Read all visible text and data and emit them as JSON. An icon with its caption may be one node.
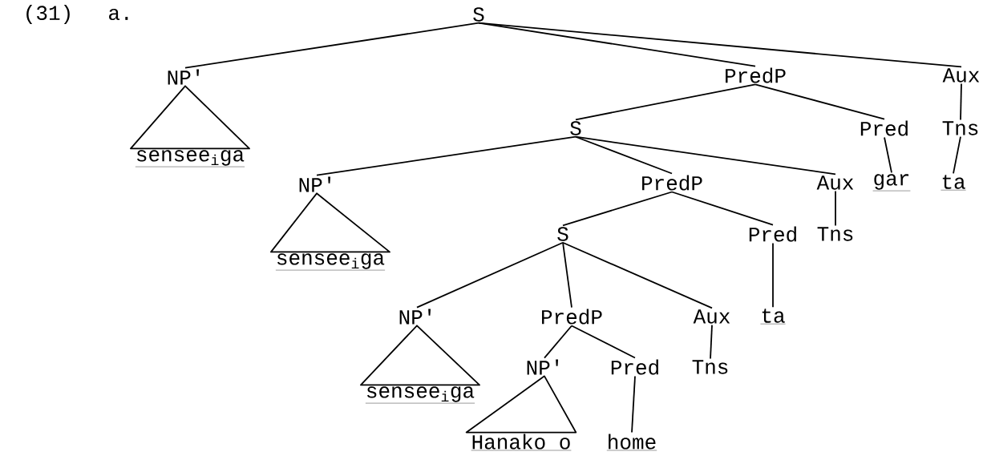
{
  "diagram": {
    "nodes": [
      {
        "text": [
          "S"
        ]
      },
      {
        "text": [
          "NP'"
        ]
      },
      {
        "text": [
          "PredP"
        ]
      },
      {
        "text": [
          "Aux"
        ]
      },
      {
        "text": [
          "sensee$_{i}$ga"
        ]
      },
      {
        "text": [
          "S"
        ]
      },
      {
        "text": [
          "Pred"
        ]
      },
      {
        "text": [
          "Tns"
        ]
      },
      {
        "text": [
          "NP'"
        ]
      },
      {
        "text": [
          "PredP"
        ]
      },
      {
        "text": [
          "Aux"
        ]
      },
      {
        "text": [
          "gar"
        ]
      },
      {
        "text": [
          "ta"
        ]
      },
      {
        "text": [
          "S"
        ]
      },
      {
        "text": [
          "Pred"
        ]
      },
      {
        "text": [
          "Tns"
        ]
      },
      {
        "text": [
          "sensee$_{i}$ga"
        ]
      },
      {
        "text": [
          "NP'"
        ]
      },
      {
        "text": [
          "PredP"
        ]
      },
      {
        "text": [
          "Aux"
        ]
      },
      {
        "text": [
          "ta"
        ]
      },
      {
        "text": [
          "sensee$_{i}$ga"
        ]
      },
      {
        "text": [
          "NP'"
        ]
      },
      {
        "text": [
          "Pred"
        ]
      },
      {
        "text": [
          "Tns"
        ]
      },
      {
        "text": [
          "Hanako o"
        ]
      },
      {
        "text": [
          "home"
        ]
      }
    ],
    "edges": [
      {
        "from": 0,
        "to": 1,
        "arrow": "none"
      },
      {
        "from": 0,
        "to": 2,
        "arrow": "none"
      },
      {
        "from": 0,
        "to": 3,
        "arrow": "none"
      },
      {
        "from": 1,
        "to": 4,
        "arrow": "none"
      },
      {
        "from": 2,
        "to": 5,
        "arrow": "none"
      },
      {
        "from": 2,
        "to": 6,
        "arrow": "none"
      },
      {
        "from": 3,
        "to": 7,
        "arrow": "none"
      },
      {
        "from": 5,
        "to": 8,
        "arrow": "none"
      },
      {
        "from": 5,
        "to": 9,
        "arrow": "none"
      },
      {
        "from": 5,
        "to": 10,
        "arrow": "none"
      },
      {
        "from": 6,
        "to": 11,
        "arrow": "none"
      },
      {
        "from": 7,
        "to": 12,
        "arrow": "none"
      },
      {
        "from": 8,
        "to": 16,
        "arrow": "none"
      },
      {
        "from": 9,
        "to": 13,
        "arrow": "none"
      },
      {
        "from": 9,
        "to": 14,
        "arrow": "none"
      },
      {
        "from": 10,
        "to": 15,
        "arrow": "none"
      },
      {
        "from": 13,
        "to": 17,
        "arrow": "none"
      },
      {
        "from": 13,
        "to": 18,
        "arrow": "none"
      },
      {
        "from": 13,
        "to": 19,
        "arrow": "none"
      },
      {
        "from": 14,
        "to": 20,
        "arrow": "none"
      },
      {
        "from": 17,
        "to": 21,
        "arrow": "none"
      },
      {
        "from": 18,
        "to": 22,
        "arrow": "none"
      },
      {
        "from": 18,
        "to": 23,
        "arrow": "none"
      },
      {
        "from": 19,
        "to": 24,
        "arrow": "none"
      },
      {
        "from": 22,
        "to": 25,
        "arrow": "none"
      },
      {
        "from": 23,
        "to": 26,
        "arrow": "none"
      }
    ],
    "labels": [
      "(31)",
      "a."
    ]
  }
}
